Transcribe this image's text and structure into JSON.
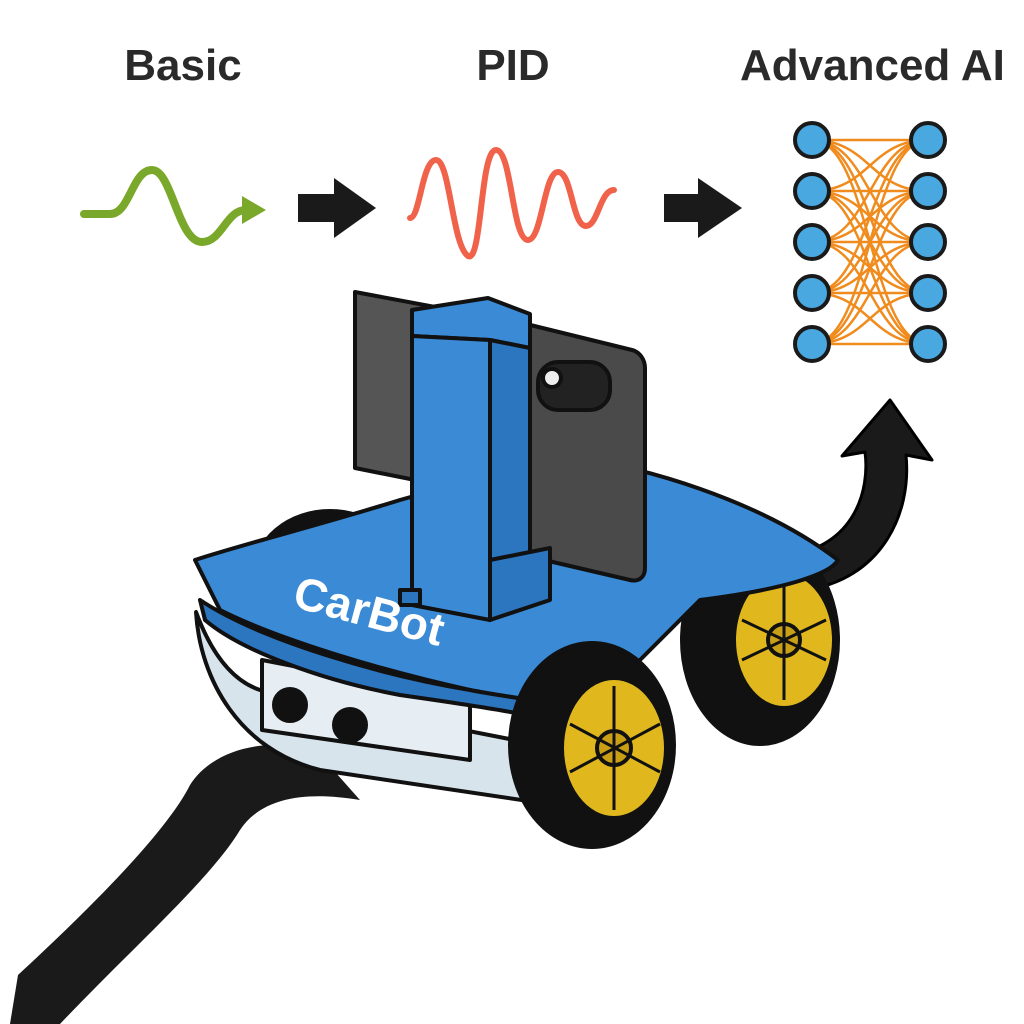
{
  "stages": [
    {
      "label": "Basic",
      "icon": "smooth-wave-icon",
      "color": "#7aa82a"
    },
    {
      "label": "PID",
      "icon": "oscillating-wave-icon",
      "color": "#f0624a"
    },
    {
      "label": "Advanced AI",
      "icon": "neural-network-icon",
      "color": "#4aa8e0"
    }
  ],
  "network": {
    "layers": [
      5,
      5
    ],
    "node_color": "#4aa8e0",
    "edge_color": "#f08c1e"
  },
  "robot": {
    "brand": "CarBot",
    "body_color": "#3a8ad6",
    "wheel_color": "#e0b81e",
    "phone_color": "#555555"
  },
  "path_color": "#1a1a1a"
}
